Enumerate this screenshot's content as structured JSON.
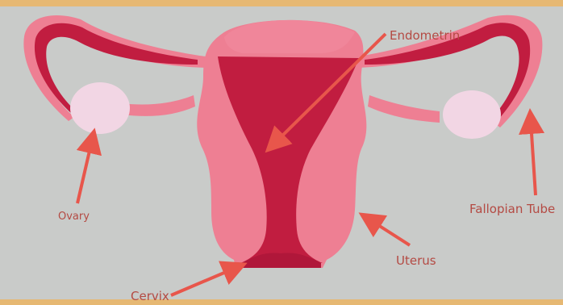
{
  "labels": {
    "endometrin": "Endometrin",
    "ovary": "Ovary",
    "fallopian_tube": "Fallopian Tube",
    "uterus": "Uterus",
    "cervix": "Cervix"
  },
  "colors": {
    "frame": "#e6b873",
    "board": "#c9cbc9",
    "uterus_pink": "#ee7f93",
    "tube_dark": "#c11d40",
    "ovary": "#f2d6e4",
    "arrow": "#e8564b",
    "label_text": "#b44a43"
  },
  "icons": {
    "arrows": "arrow-icon"
  }
}
